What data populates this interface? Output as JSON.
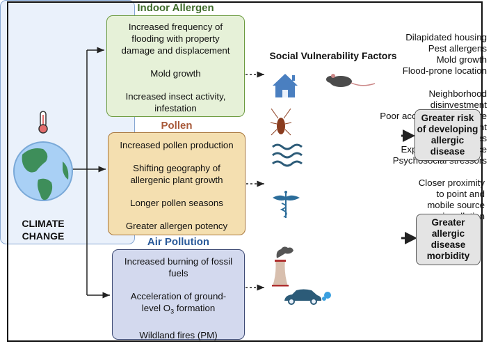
{
  "climate": {
    "label_line1": "CLIMATE",
    "label_line2": "CHANGE"
  },
  "indoor": {
    "title": "Indoor Allergen",
    "color": "#3e6b2a",
    "items": [
      "Increased frequency of",
      "flooding with property",
      "damage and displacement",
      "Mold growth",
      "Increased insect activity,",
      "infestation"
    ]
  },
  "pollen": {
    "title": "Pollen",
    "color": "#a85a3a",
    "items": [
      "Increased pollen production",
      "Shifting geography of",
      "allergenic plant growth",
      "Longer pollen seasons",
      "Greater allergen potency"
    ]
  },
  "air": {
    "title": "Air Pollution",
    "color": "#2a5a9a",
    "items": [
      "Increased burning of fossil",
      "fuels",
      "Acceleration of ground-",
      "level O",
      "3",
      " formation",
      "Wildland fires (PM)"
    ]
  },
  "svf": {
    "title": "Social Vulnerability Factors",
    "group1": [
      "Dilapidated housing",
      "Pest allergens",
      "Mold growth",
      "Flood-prone location"
    ],
    "group2": [
      "Neighborhood",
      "disinvestment",
      "Poor access to healthcare",
      "Few employment",
      "opportunities",
      "Exposure to violence",
      "Psychosocial stressors"
    ],
    "group3": [
      "Closer proximity",
      "to point and",
      "mobile source",
      "air pollution"
    ]
  },
  "outcomes": {
    "risk": [
      "Greater risk",
      "of developing",
      "allergic",
      "disease"
    ],
    "morbidity": [
      "Greater",
      "allergic",
      "disease",
      "morbidity"
    ]
  }
}
